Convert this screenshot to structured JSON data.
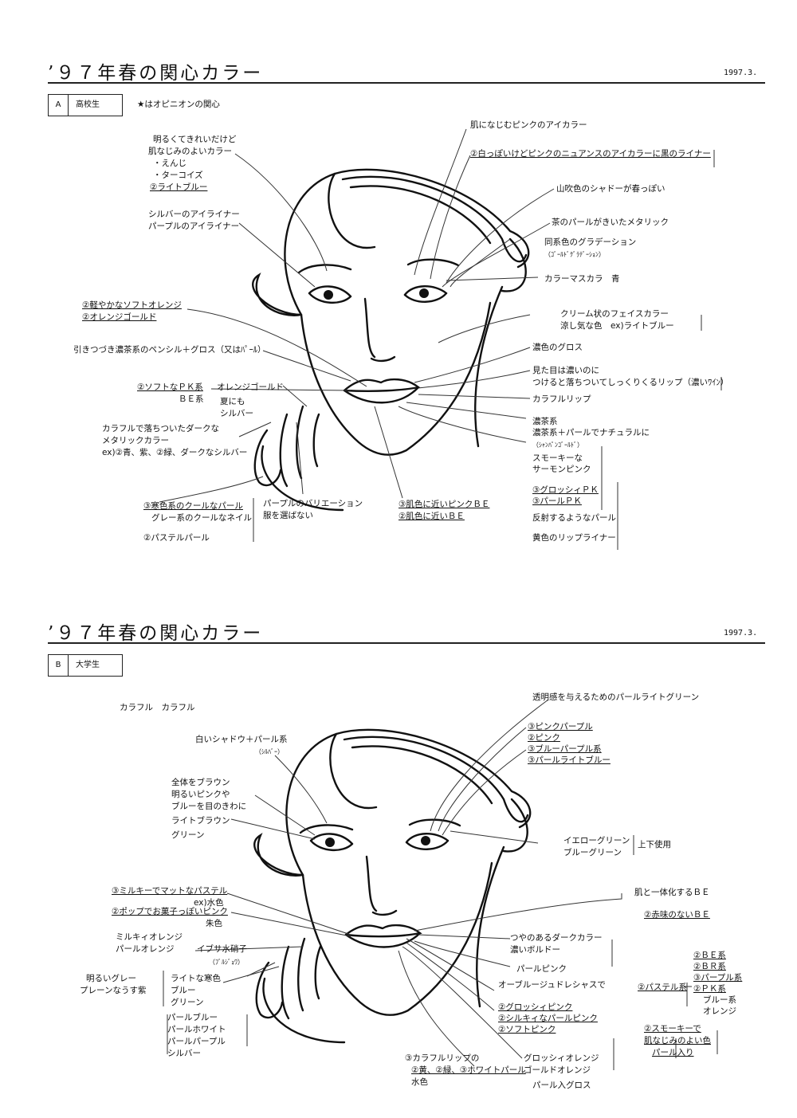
{
  "top": {
    "title": "’９７年春の関心カラー",
    "date": "1997.3.",
    "section_letter": "A",
    "section_label": "高校生",
    "note": "★はオピニオンの関心",
    "labels": {
      "l1": "明るくてきれいだけど",
      "l2": "肌なじみのよいカラー",
      "l3": "・えんじ",
      "l4": "・ターコイズ",
      "l5": "②ライトブルー",
      "l6": "シルバーのアイライナー",
      "l7": "パープルのアイライナー",
      "l8": "②軽やかなソフトオレンジ",
      "l9": "②オレンジゴールド",
      "l10": "引きつづき濃茶系のペンシル＋グロス（又はﾊﾟｰﾙ）",
      "l11": "②ソフトなＰＫ系",
      "l12": "ＢＥ系",
      "l13": "オレンジゴールド",
      "l14": "夏にも",
      "l15": "シルバー",
      "l16": "カラフルで落ちついたダークな",
      "l17": "メタリックカラー",
      "l18": "ex)②青、紫、②緑、ダークなシルバー",
      "l19": "③寒色系のクールなパール",
      "l20": "グレー系のクールなネイル",
      "l21": "②パステルパール",
      "l22": "パープルのバリエーション",
      "l23": "服を選ばない",
      "l24": "③肌色に近いピンクＢＥ",
      "l25": "②肌色に近いＢＥ",
      "r1": "肌になじむピンクのアイカラー",
      "r2": "②白っぽいけどピンクのニュアンスのアイカラーに黒のライナー",
      "r3": "山吹色のシャドーが春っぽい",
      "r4": "茶のパールがきいたメタリック",
      "r5": "同系色のグラデーション",
      "r6": "（ｺﾞｰﾙﾄﾞｸﾞﾗﾃﾞｰｼｮﾝ）",
      "r7": "カラーマスカラ　青",
      "r8": "クリーム状のフェイスカラー",
      "r9": "涼し気な色　ex)ライトブルー",
      "r10": "濃色のグロス",
      "r11": "見た目は濃いのに",
      "r12": "つけると落ちついてしっくりくるリップ（濃いﾜｲﾝ）",
      "r13": "カラフルリップ",
      "r14": "濃茶系",
      "r15": "濃茶系＋パールでナチュラルに",
      "r16": "（ｼｬﾝﾊﾟﾝｺﾞｰﾙﾄﾞ）",
      "r17": "スモーキーな",
      "r18": "サーモンピンク",
      "r19": "③グロッシィＰＫ",
      "r20": "③パールＰＫ",
      "r21": "反射するようなパール",
      "r22": "黄色のリップライナー"
    }
  },
  "bottom": {
    "title": "’９７年春の関心カラー",
    "date": "1997.3.",
    "section_letter": "B",
    "section_label": "大学生",
    "labels": {
      "l1": "カラフル　カラフル",
      "l2": "白いシャドウ＋パール系",
      "l3": "（ｼﾙﾊﾞｰ）",
      "l4": "全体をブラウン",
      "l5": "明るいピンクや",
      "l6": "ブルーを目のきわに",
      "l7": "ライトブラウン",
      "l8": "グリーン",
      "l9": "③ミルキーでマットなパステル",
      "l10": "ex)水色",
      "l11": "②ポップでお菓子っぽいピンク",
      "l12": "朱色",
      "l13": "ミルキィオレンジ",
      "l14": "パールオレンジ",
      "l15": "イブサ水硝子",
      "l16": "（ﾌﾞﾙｼﾞｮﾜ）",
      "l17": "明るいグレー",
      "l18": "プレーンなうす紫",
      "l19": "ライトな寒色",
      "l20": "ブルー",
      "l21": "グリーン",
      "l22": "パールブルー",
      "l23": "パールホワイト",
      "l24": "パールパープル",
      "l25": "シルバー",
      "l26": "③カラフルリップの",
      "l27": "②黄、②緑、③ホワイトパール",
      "l28": "水色",
      "r1": "透明感を与えるためのパールライトグリーン",
      "r2": "③ピンクパープル",
      "r3": "②ピンク",
      "r4": "③ブルーパープル系",
      "r5": "③パールライトブルー",
      "r6": "イエローグリーン",
      "r7": "ブルーグリーン",
      "r8": "上下使用",
      "r9": "肌と一体化するＢＥ",
      "r10": "②赤味のないＢＥ",
      "r11": "つやのあるダークカラー",
      "r12": "濃いボルドー",
      "r13": "パールピンク",
      "r14": "オーブルージュドレシャスで",
      "r15": "②グロッシィピンク",
      "r16": "②シルキィなパールピンク",
      "r17": "②ソフトピンク",
      "r18": "グロッシィオレンジ",
      "r19": "ゴールドオレンジ",
      "r20": "パール入グロス",
      "r21": "②パステル系",
      "r22": "②ＢＥ系",
      "r23": "②ＢＲ系",
      "r24": "③パープル系",
      "r25": "②ＰＫ系",
      "r26": "ブルー系",
      "r27": "オレンジ",
      "r28": "②スモーキーで",
      "r29": "肌なじみのよい色",
      "r30": "パール入り"
    }
  }
}
